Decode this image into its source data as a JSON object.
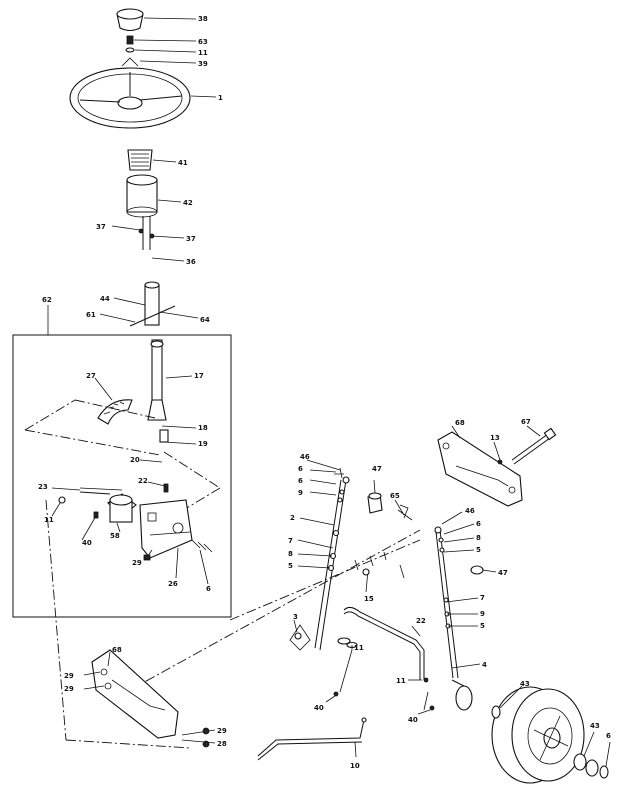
{
  "callouts": {
    "c38": "38",
    "c63": "63",
    "c11a": "11",
    "c39": "39",
    "c1": "1",
    "c41": "41",
    "c42": "42",
    "c37a": "37",
    "c37b": "37",
    "c36": "36",
    "c62": "62",
    "c44": "44",
    "c61": "61",
    "c64": "64",
    "c27": "27",
    "c17": "17",
    "c18": "18",
    "c19": "19",
    "c20": "20",
    "c22a": "22",
    "c23": "23",
    "c11b": "11",
    "c40a": "40",
    "c58": "58",
    "c29a": "29",
    "c26": "26",
    "c6a": "6",
    "c46a": "46",
    "c6b": "6",
    "c6c": "6",
    "c9a": "9",
    "c2": "2",
    "c7a": "7",
    "c8a": "8",
    "c5a": "5",
    "c47a": "47",
    "c65": "65",
    "c15": "15",
    "c3": "3",
    "c11c": "11",
    "c40b": "40",
    "c68a": "68",
    "c13": "13",
    "c67": "67",
    "c46b": "46",
    "c6d": "6",
    "c8b": "8",
    "c5b": "5",
    "c47b": "47",
    "c7b": "7",
    "c9b": "9",
    "c5c": "5",
    "c4": "4",
    "c22b": "22",
    "c11d": "11",
    "c40c": "40",
    "c43a": "43",
    "c43b": "43",
    "c6e": "6",
    "c68b": "68",
    "c29b": "29",
    "c29c": "29",
    "c29d": "29",
    "c28": "28",
    "c10": "10"
  }
}
